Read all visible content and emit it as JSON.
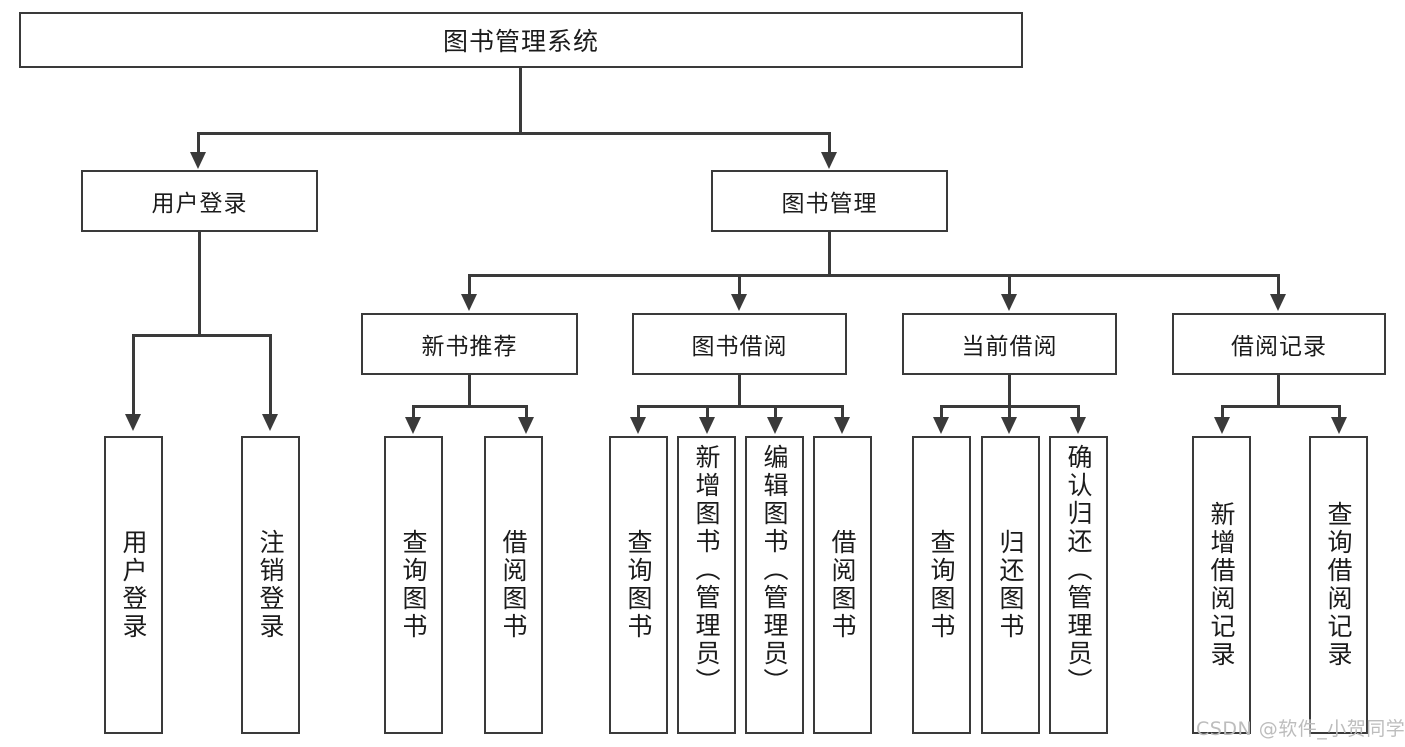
{
  "diagram": {
    "title": "图书管理系统",
    "type": "tree",
    "watermark": "CSDN @软件_小贺同学",
    "colors": {
      "box_border": "#3a3a3a",
      "box_fill": "#ffffff",
      "connector": "#3a3a3a",
      "text": "#1b1b1b",
      "watermark": "#bdbdbd",
      "background": "#ffffff"
    },
    "root": {
      "label": "图书管理系统"
    },
    "level2": [
      {
        "label": "用户登录"
      },
      {
        "label": "图书管理"
      }
    ],
    "level3": [
      {
        "label": "新书推荐"
      },
      {
        "label": "图书借阅"
      },
      {
        "label": "当前借阅"
      },
      {
        "label": "借阅记录"
      }
    ],
    "leaves": {
      "user_login": [
        {
          "label": "用户登录"
        },
        {
          "label": "注销登录"
        }
      ],
      "new_book": [
        {
          "label": "查询图书"
        },
        {
          "label": "借阅图书"
        }
      ],
      "borrow_book": [
        {
          "label": "查询图书"
        },
        {
          "label": "新增图书（管理员）"
        },
        {
          "label": "编辑图书（管理员）"
        },
        {
          "label": "借阅图书"
        }
      ],
      "current_borrow": [
        {
          "label": "查询图书"
        },
        {
          "label": "归还图书"
        },
        {
          "label": "确认归还（管理员）"
        }
      ],
      "borrow_record": [
        {
          "label": "新增借阅记录"
        },
        {
          "label": "查询借阅记录"
        }
      ]
    }
  }
}
